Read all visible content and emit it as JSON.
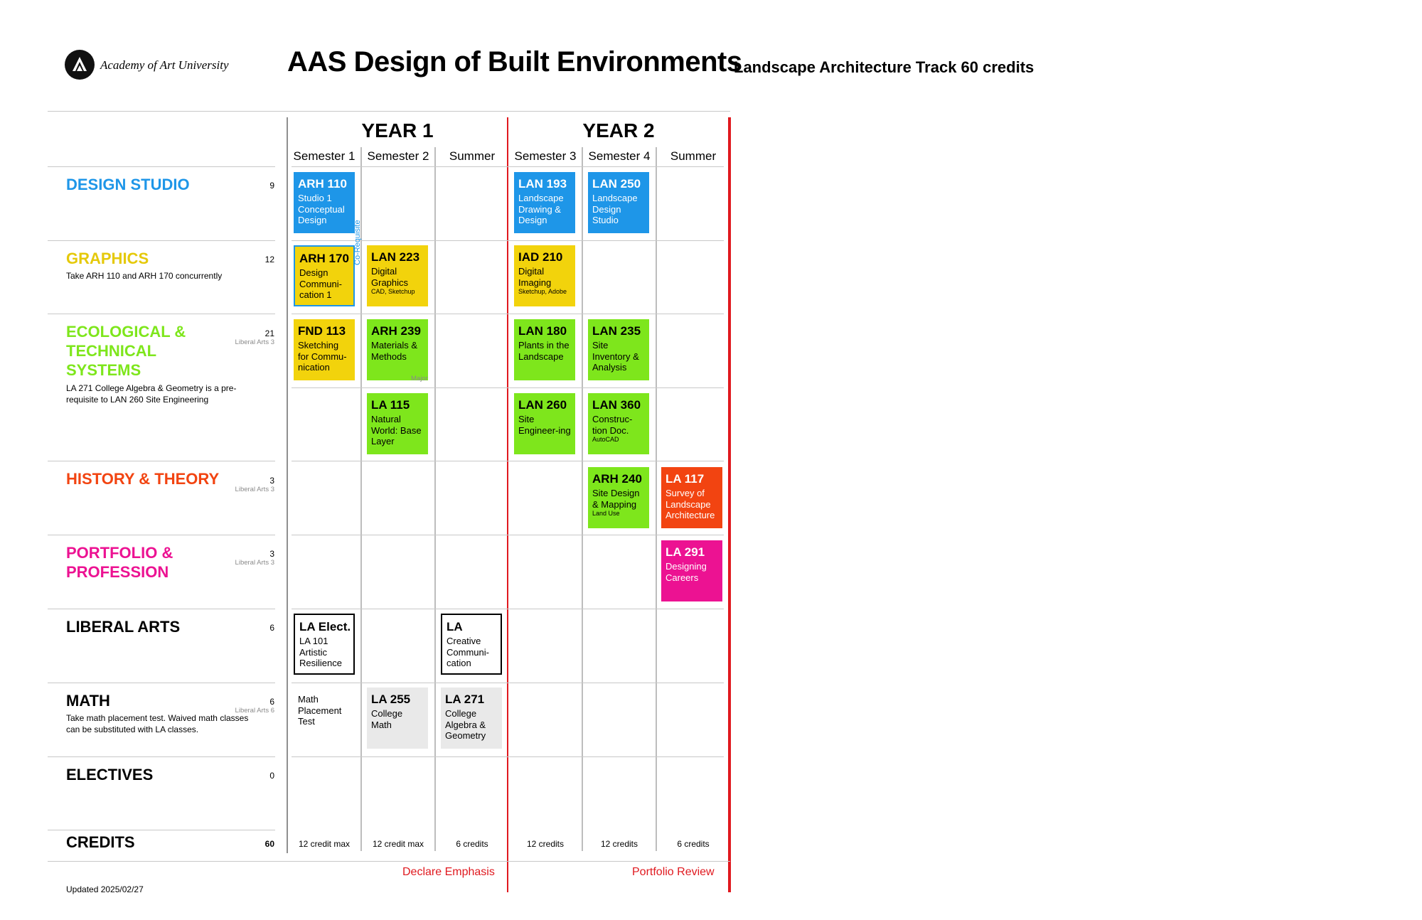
{
  "header": {
    "logo_text": "Academy of Art University",
    "title": "AAS Design of Built Environments",
    "subtitle": "Landscape Architecture Track 60 credits"
  },
  "years": [
    "YEAR 1",
    "YEAR 2"
  ],
  "terms": [
    "Semester 1",
    "Semester 2",
    "Summer",
    "Semester 3",
    "Semester 4",
    "Summer"
  ],
  "categories": [
    {
      "title": "DESIGN STUDIO",
      "color": "#1e96e8",
      "credits": "9",
      "sub": "",
      "note": ""
    },
    {
      "title": "GRAPHICS",
      "color": "#f2d30c",
      "credits": "12",
      "sub": "",
      "note": "Take ARH 110 and ARH 170 concurrently"
    },
    {
      "title": "ECOLOGICAL & TECHNICAL SYSTEMS",
      "color": "#7ee61c",
      "credits": "21",
      "sub": "Liberal Arts 3",
      "note": "LA 271 College Algebra & Geometry is a pre-requisite to LAN 260 Site Engineering"
    },
    {
      "title": "HISTORY & THEORY",
      "color": "#f24411",
      "credits": "3",
      "sub": "Liberal Arts 3",
      "note": ""
    },
    {
      "title": "PORTFOLIO & PROFESSION",
      "color": "#ec1292",
      "credits": "3",
      "sub": "Liberal Arts 3",
      "note": ""
    },
    {
      "title": "LIBERAL ARTS",
      "color": "#000000",
      "credits": "6",
      "sub": "",
      "note": ""
    },
    {
      "title": "MATH",
      "color": "#000000",
      "credits": "6",
      "sub": "Liberal Arts 6",
      "note": "Take math placement test. Waived math classes can be substituted with LA classes."
    },
    {
      "title": "ELECTIVES",
      "color": "#000000",
      "credits": "0",
      "sub": "",
      "note": ""
    }
  ],
  "courses": [
    {
      "code": "ARH 110",
      "name": "Studio 1 Conceptual Design",
      "extra": "",
      "style": "blue"
    },
    {
      "code": "ARH 170",
      "name": "Design Communi-cation 1",
      "extra": "",
      "style": "yellow"
    },
    {
      "code": "FND 113",
      "name": "Sketching for Commu-nication",
      "extra": "",
      "style": "yellow"
    },
    {
      "code": "LA Elect.",
      "name": "LA 101 Artistic Resilience",
      "extra": "",
      "style": "outline"
    },
    {
      "code": "",
      "name": "Math Placement Test",
      "extra": "",
      "style": "plain"
    },
    {
      "code": "LAN 223",
      "name": "Digital Graphics",
      "extra": "CAD, Sketchup",
      "style": "yellow"
    },
    {
      "code": "ARH 239",
      "name": "Materials & Methods",
      "extra": "",
      "style": "green"
    },
    {
      "code": "LA 115",
      "name": "Natural World: Base Layer",
      "extra": "",
      "style": "green"
    },
    {
      "code": "LA 255",
      "name": "College Math",
      "extra": "",
      "style": "gray"
    },
    {
      "code": "LA",
      "name": "Creative Communi-cation",
      "extra": "",
      "style": "outline"
    },
    {
      "code": "LA 271",
      "name": "College Algebra & Geometry",
      "extra": "",
      "style": "gray"
    },
    {
      "code": "LAN 193",
      "name": "Landscape Drawing & Design",
      "extra": "",
      "style": "blue"
    },
    {
      "code": "IAD 210",
      "name": "Digital Imaging",
      "extra": "Sketchup, Adobe",
      "style": "yellow"
    },
    {
      "code": "LAN 180",
      "name": "Plants in the Landscape",
      "extra": "",
      "style": "green"
    },
    {
      "code": "LAN 260",
      "name": "Site Engineer-ing",
      "extra": "",
      "style": "green"
    },
    {
      "code": "LAN 250",
      "name": "Landscape Design Studio",
      "extra": "",
      "style": "blue"
    },
    {
      "code": "LAN 235",
      "name": "Site Inventory & Analysis",
      "extra": "",
      "style": "green"
    },
    {
      "code": "LAN 360",
      "name": "Construc-tion Doc.",
      "extra": "AutoCAD",
      "style": "green"
    },
    {
      "code": "ARH 240",
      "name": "Site Design & Mapping",
      "extra": "Land Use",
      "style": "green"
    },
    {
      "code": "LA 117",
      "name": "Survey of Landscape Architecture",
      "extra": "",
      "style": "orange"
    },
    {
      "code": "LA 291",
      "name": "Designing Careers",
      "extra": "",
      "style": "pink"
    }
  ],
  "annotations": {
    "corequisite": "Co-Requisite",
    "major": "Major"
  },
  "credits_row": {
    "label": "CREDITS",
    "total": "60",
    "cells": [
      "12 credit max",
      "12 credit max",
      "6 credits",
      "12 credits",
      "12 credits",
      "6 credits"
    ]
  },
  "milestones": [
    "Declare Emphasis",
    "Portfolio Review"
  ],
  "footer": {
    "updated": "Updated 2025/02/27"
  },
  "colors": {
    "accent_red": "#e0191f",
    "blue": "#1e96e8",
    "yellow": "#f2d30c",
    "green": "#7ee61c",
    "orange": "#f24411",
    "pink": "#ec1292",
    "gray": "#e9e9e9"
  }
}
